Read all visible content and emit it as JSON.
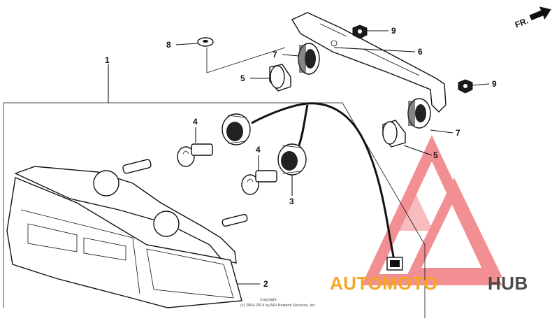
{
  "diagram": {
    "callouts": {
      "c1": "1",
      "c2": "2",
      "c3": "3",
      "c4a": "4",
      "c4b": "4",
      "c5a": "5",
      "c5b": "5",
      "c6": "6",
      "c7a": "7",
      "c7b": "7",
      "c8": "8",
      "c9a": "9",
      "c9b": "9"
    },
    "direction_label": "FR.",
    "copyright_line1": "Copyright",
    "copyright_line2": "(c) 2004-2014 by ARI Network Services, Inc."
  },
  "watermark": {
    "word_accent": "AUTOMOTO",
    "word_dark": "HUB",
    "accent_color": "#f5a623",
    "logo_color": "#e8353a",
    "dark_color": "#4a4a4a"
  }
}
